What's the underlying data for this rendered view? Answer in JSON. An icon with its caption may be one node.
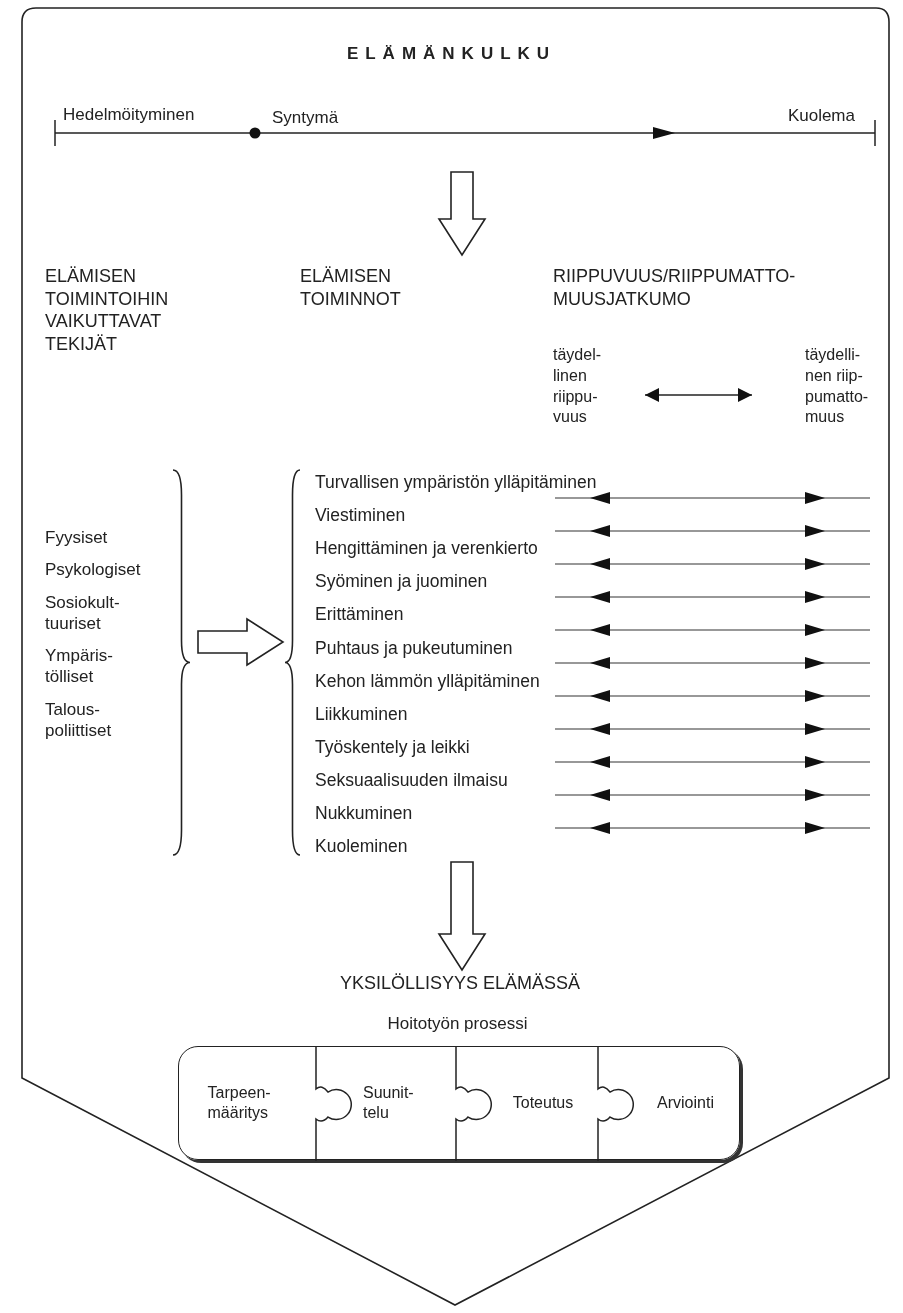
{
  "diagram": {
    "title": "ELÄMÄNKULKU",
    "nodes": [
      {
        "text": [
          "Hedelmöityminen",
          "Syntymä",
          "Kuolema"
        ]
      },
      {
        "text": [
          "ELÄMISEN TOIMINTOIHIN VAIKUTTAVAT TEKIJÄT",
          "Fyysiset",
          "Psykologiset",
          "Sosiokult- tuuriset",
          "Ympäris- tölliset",
          "Talous- poliittiset"
        ]
      },
      {
        "text": [
          "ELÄMISEN TOIMINNOT",
          "Turvallisen ympäristön ylläpitäminen",
          "Viestiminen",
          "Hengittäminen ja verenkierto",
          "Syöminen ja juominen",
          "Erittäminen",
          "Puhtaus ja pukeutuminen",
          "Kehon lämmön ylläpitäminen",
          "Liikkuminen",
          "Työskentely ja leikki",
          "Seksuaalisuuden ilmaisu",
          "Nukkuminen",
          "Kuoleminen"
        ]
      },
      {
        "text": [
          "täydel- linen riippu- vuus"
        ]
      },
      {
        "text": [
          "täydelli- nen riip- pumatto- muus"
        ]
      },
      {
        "text": [
          "YKSILÖLLISYYS ELÄMÄSSÄ"
        ]
      },
      {
        "text": [
          "Hoitotyön prosessi"
        ]
      },
      {
        "text": [
          "Tarpeen- määritys"
        ],
        "in": 6
      },
      {
        "text": [
          "Suunit- telu"
        ],
        "in": 6
      },
      {
        "text": [
          "Toteutus"
        ],
        "in": 6
      },
      {
        "text": [
          "Arviointi"
        ],
        "in": 6
      }
    ],
    "edges": [
      {
        "from": 0,
        "to": 2,
        "arrow": "to",
        "style": "thick"
      },
      {
        "from": 1,
        "to": 2,
        "arrow": "to",
        "style": "thick"
      },
      {
        "from": 2,
        "to": 5,
        "arrow": "to",
        "style": "thick"
      },
      {
        "from": 3,
        "to": 4,
        "arrow": "both"
      }
    ],
    "labels": [
      "RIIPPUVUUS/RIIPPUMATTO- MUUSJATKUMO"
    ]
  }
}
